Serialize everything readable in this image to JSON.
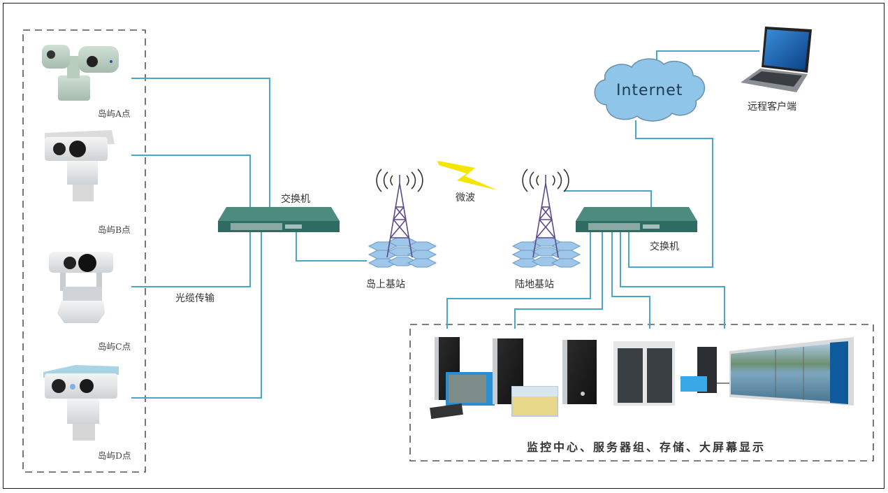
{
  "diagram": {
    "title": "",
    "colors": {
      "link": "#4ba6c6",
      "dashed_border": "#555555",
      "switch_body": "#2e6b63",
      "switch_top": "#4d8b7f",
      "tower": "#5b4a8a",
      "hex_pad": "#9fc7ea",
      "cloud": "#8ec5e8",
      "lightning": "#f5e500"
    },
    "cameras": [
      {
        "label": "岛屿A点"
      },
      {
        "label": "岛屿B点"
      },
      {
        "label": "岛屿C点"
      },
      {
        "label": "岛屿D点"
      }
    ],
    "labels": {
      "fiber": "光缆传输",
      "switch_island": "交换机",
      "switch_land": "交换机",
      "island_station": "岛上基站",
      "land_station": "陆地基站",
      "microwave": "微波",
      "internet": "Internet",
      "remote_client": "远程客户端",
      "monitoring_center": "监控中心、服务器组、存储、大屏幕显示"
    }
  }
}
